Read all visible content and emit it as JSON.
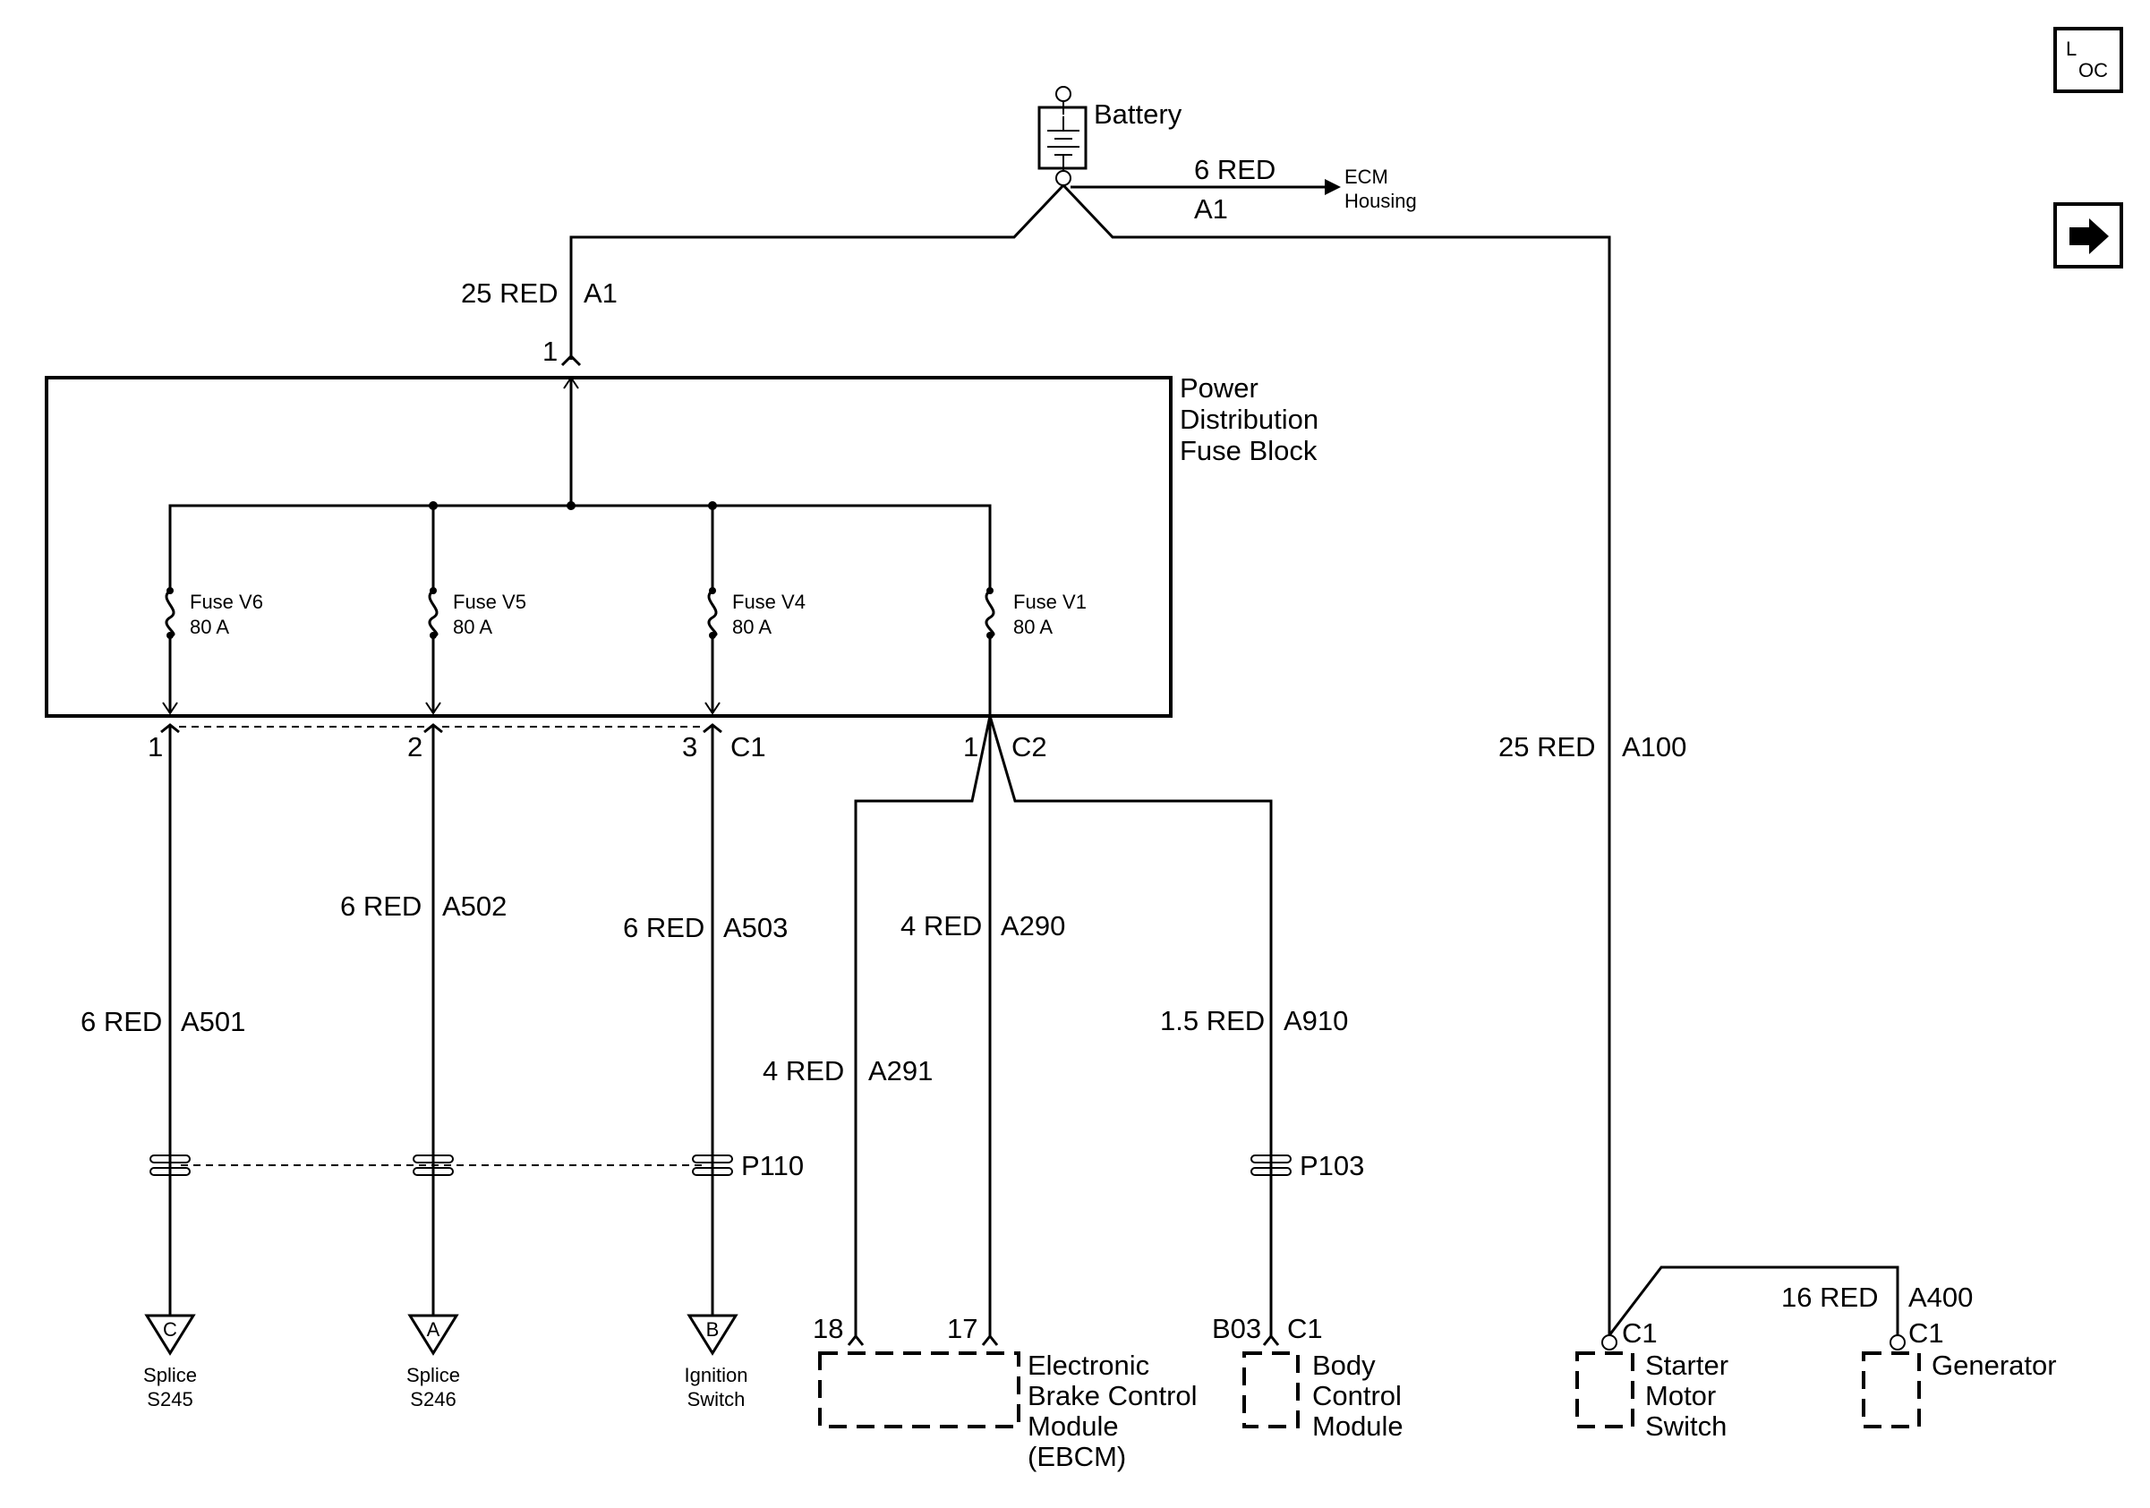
{
  "battery": {
    "label": "Battery"
  },
  "ecm_wire": {
    "gauge": "6 RED",
    "circuit": "A1",
    "dest_line1": "ECM",
    "dest_line2": "Housing"
  },
  "pdfb_feed": {
    "gauge": "25 RED",
    "circuit": "A1",
    "pin": "1"
  },
  "pdfb": {
    "line1": "Power",
    "line2": "Distribution",
    "line3": "Fuse Block"
  },
  "fuses": [
    {
      "name": "Fuse V6",
      "rating": "80 A"
    },
    {
      "name": "Fuse V5",
      "rating": "80 A"
    },
    {
      "name": "Fuse V4",
      "rating": "80 A"
    },
    {
      "name": "Fuse V1",
      "rating": "80 A"
    }
  ],
  "c1": {
    "label": "C1",
    "pins": [
      "1",
      "2",
      "3"
    ]
  },
  "c2": {
    "label": "C2",
    "pin": "1"
  },
  "wires": {
    "a501": {
      "gauge": "6 RED",
      "circuit": "A501"
    },
    "a502": {
      "gauge": "6 RED",
      "circuit": "A502"
    },
    "a503": {
      "gauge": "6 RED",
      "circuit": "A503"
    },
    "a290": {
      "gauge": "4 RED",
      "circuit": "A290"
    },
    "a291": {
      "gauge": "4 RED",
      "circuit": "A291"
    },
    "a910": {
      "gauge": "1.5 RED",
      "circuit": "A910"
    },
    "a100": {
      "gauge": "25 RED",
      "circuit": "A100"
    },
    "a400": {
      "gauge": "16 RED",
      "circuit": "A400"
    }
  },
  "p110": {
    "label": "P110"
  },
  "p103": {
    "label": "P103"
  },
  "grounds": [
    {
      "letter": "C",
      "line1": "Splice",
      "line2": "S245"
    },
    {
      "letter": "A",
      "line1": "Splice",
      "line2": "S246"
    },
    {
      "letter": "B",
      "line1": "Ignition",
      "line2": "Switch"
    }
  ],
  "ebcm": {
    "pin_a": "18",
    "pin_b": "17",
    "line1": "Electronic",
    "line2": "Brake Control",
    "line3": "Module",
    "line4": "(EBCM)"
  },
  "bcm": {
    "pin": "B03",
    "connector": "C1",
    "line1": "Body",
    "line2": "Control",
    "line3": "Module"
  },
  "starter": {
    "connector": "C1",
    "line1": "Starter",
    "line2": "Motor",
    "line3": "Switch"
  },
  "generator": {
    "connector": "C1",
    "line1": "Generator"
  },
  "icons": {
    "loc": "L",
    "loc_sub": "OC",
    "next": "next-arrow-icon"
  }
}
